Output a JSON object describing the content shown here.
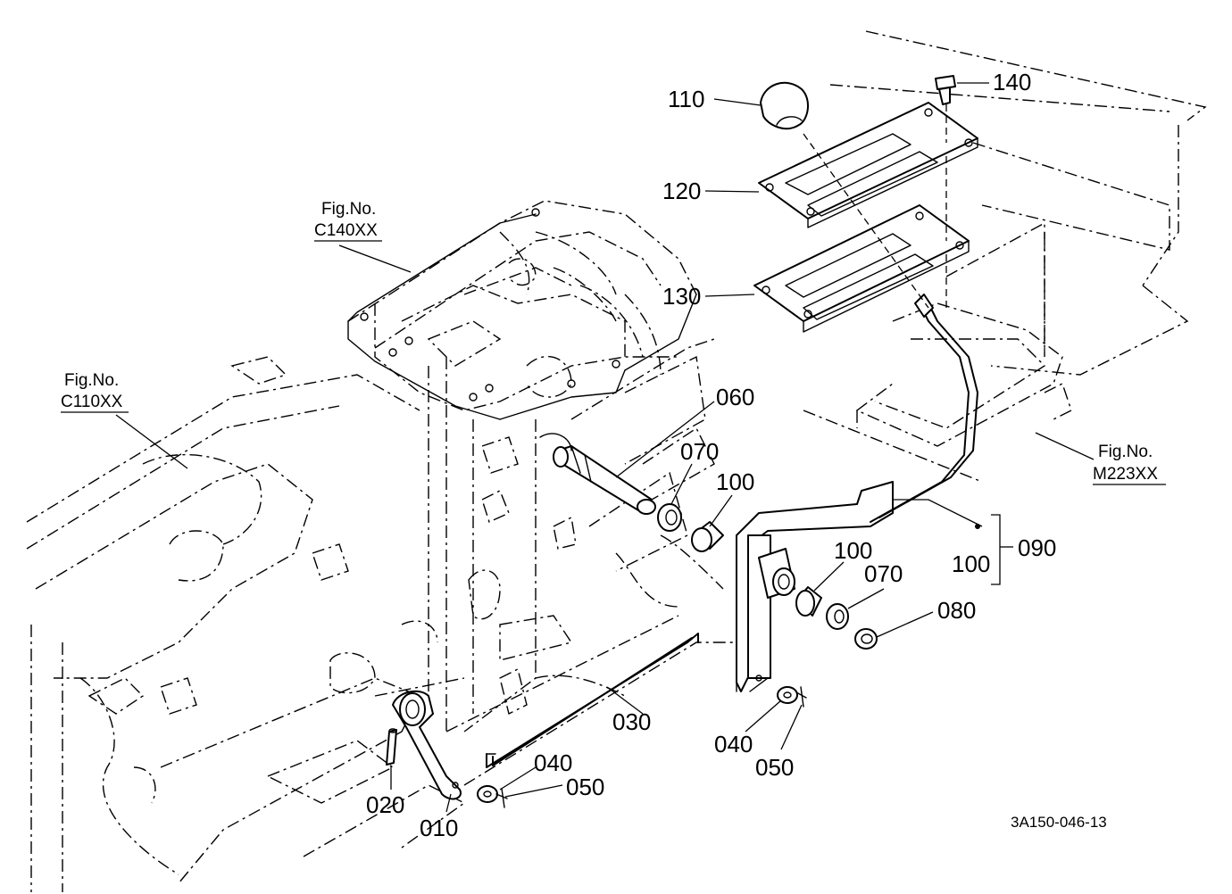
{
  "figure_refs": [
    {
      "id": "c140",
      "line1": "Fig.No.",
      "line2": "C140XX"
    },
    {
      "id": "c110",
      "line1": "Fig.No.",
      "line2": "C110XX"
    },
    {
      "id": "m223",
      "line1": "Fig.No.",
      "line2": "M223XX"
    }
  ],
  "part_labels": {
    "p110": "110",
    "p140": "140",
    "p120": "120",
    "p130": "130",
    "p060": "060",
    "p070a": "070",
    "p100a": "100",
    "p100b": "100",
    "p070b": "070",
    "p080": "080",
    "p100c": "100",
    "p090": "090",
    "p030": "030",
    "p040a": "040",
    "p050a": "050",
    "p040b": "040",
    "p050b": "050",
    "p020": "020",
    "p010": "010"
  },
  "drawing_code": "3A150-046-13"
}
